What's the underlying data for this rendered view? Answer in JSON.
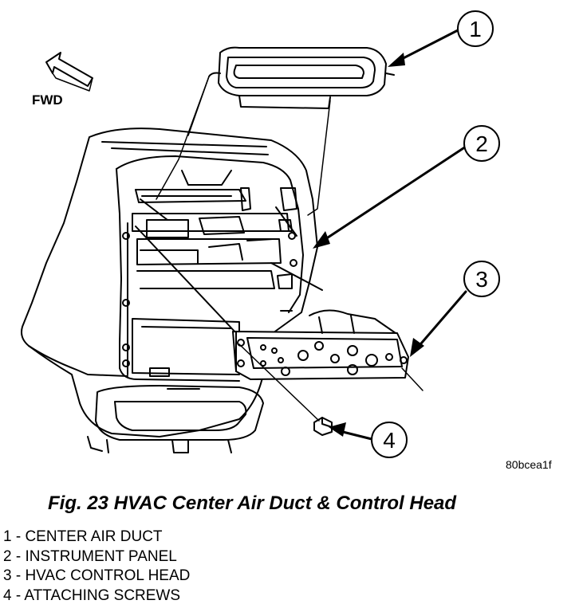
{
  "direction_label": "FWD",
  "figure_code": "80bcea1f",
  "caption": "Fig. 23 HVAC Center Air Duct & Control Head",
  "callouts": [
    "1",
    "2",
    "3",
    "4"
  ],
  "legend": [
    "1 - CENTER AIR DUCT",
    "2 - INSTRUMENT PANEL",
    "3 - HVAC CONTROL HEAD",
    "4 - ATTACHING SCREWS"
  ]
}
